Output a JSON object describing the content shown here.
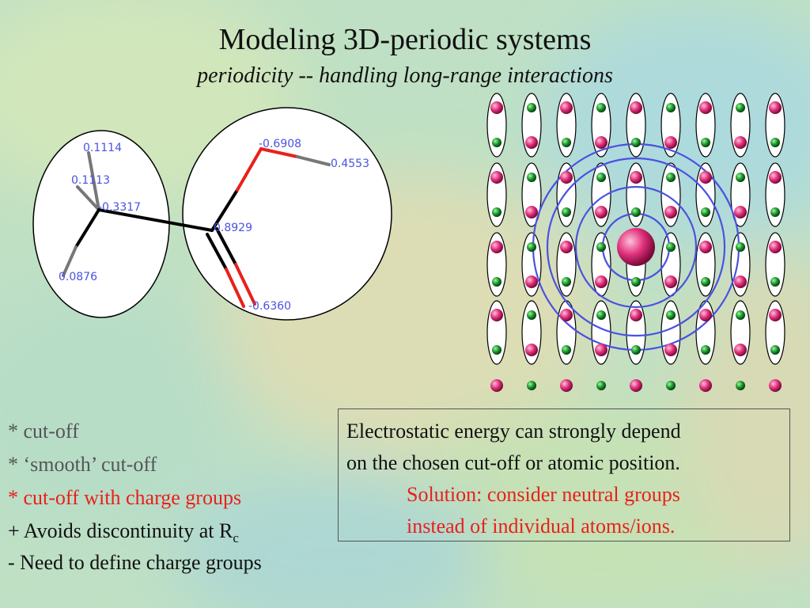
{
  "slide": {
    "title": "Modeling 3D-periodic systems",
    "subtitle": "periodicity -- handling long-range interactions"
  },
  "molecule": {
    "charges": [
      "0.1114",
      "0.1113",
      "-0.3317",
      "0.0876",
      "-0.6908",
      "0.4553",
      "0.8929",
      "-0.6360"
    ]
  },
  "bullets": {
    "b1": "* cut-off",
    "b2": "* ‘smooth’ cut-off",
    "b3": "* cut-off with charge groups",
    "b4_main": "+ Avoids discontinuity at R",
    "b4_sub": "c",
    "b5": "- Need to define charge groups"
  },
  "note": {
    "line1": "Electrostatic energy can strongly depend",
    "line2": "on the chosen cut-off or atomic position.",
    "line3": "Solution: consider neutral groups",
    "line4": "instead of individual atoms/ions."
  },
  "colors": {
    "positive_ion": "#e0307a",
    "negative_ion": "#1a9a2a",
    "cutoff_circles": "#4a52e0",
    "oxygen_bond": "#e8201c"
  }
}
